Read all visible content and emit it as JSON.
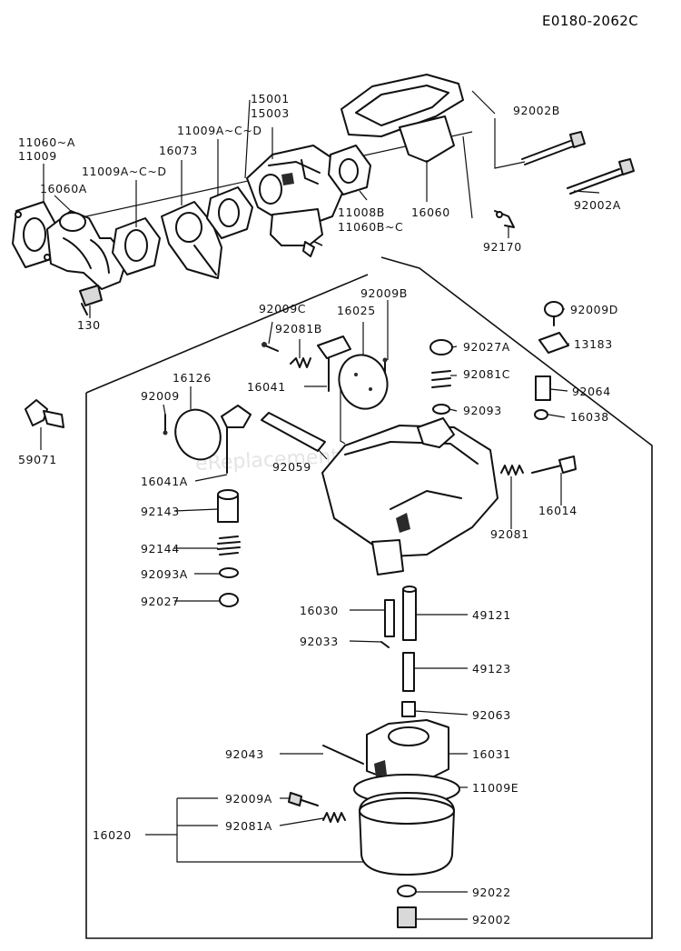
{
  "diagram": {
    "reference_code": "E0180-2062C",
    "watermark": "eReplacementParts.com",
    "labels": {
      "p11060A": "11060~A",
      "p11009": "11009",
      "p16060A": "16060A",
      "p11009ACD_1": "11009A~C~D",
      "p16073": "16073",
      "p11009ACD_2": "11009A~C~D",
      "p15001": "15001",
      "p15003": "15003",
      "p92002B": "92002B",
      "p92002A": "92002A",
      "p11008B": "11008B",
      "p11060BC": "11060B~C",
      "p16060": "16060",
      "p92170": "92170",
      "p130": "130",
      "p59071": "59071",
      "p92009C": "92009C",
      "p92009B": "92009B",
      "p92081B": "92081B",
      "p16025": "16025",
      "p92009D": "92009D",
      "p92027A": "92027A",
      "p13183": "13183",
      "p16126": "16126",
      "p92009": "92009",
      "p16041": "16041",
      "p92081C": "92081C",
      "p92064": "92064",
      "p92093": "92093",
      "p16038": "16038",
      "p92059": "92059",
      "p16041A": "16041A",
      "p16014": "16014",
      "p92143": "92143",
      "p92081": "92081",
      "p92144": "92144",
      "p92093A": "92093A",
      "p92027": "92027",
      "p16030": "16030",
      "p49121": "49121",
      "p92033": "92033",
      "p49123": "49123",
      "p92063": "92063",
      "p92043": "92043",
      "p16031": "16031",
      "p11009E": "11009E",
      "p92009A": "92009A",
      "p92081A": "92081A",
      "p16020": "16020",
      "p92022": "92022",
      "p92002": "92002"
    }
  }
}
